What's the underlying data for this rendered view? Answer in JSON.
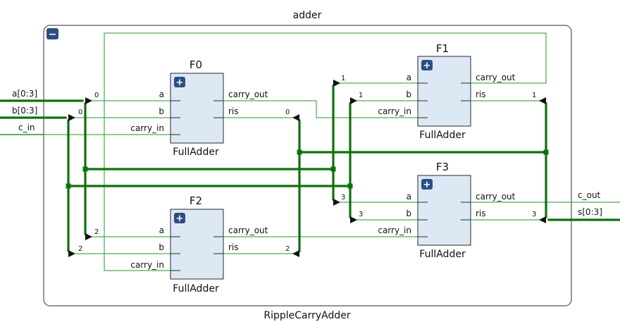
{
  "diagram": {
    "title": "adder",
    "module_name": "RippleCarryAdder",
    "collapse_symbol": "−",
    "expand_symbol": "+",
    "colors": {
      "wire": "#1f9a1f",
      "bus": "#0f700f",
      "block_fill": "#dde8f5",
      "block_stroke": "#2a2a2a",
      "badge": "#2c4f83",
      "frame": "#555555"
    },
    "inputs": [
      {
        "label": "a[0:3]"
      },
      {
        "label": "b[0:3]"
      },
      {
        "label": "c_in"
      }
    ],
    "outputs": [
      {
        "label": "c_out"
      },
      {
        "label": "s[0:3]"
      }
    ],
    "blocks": [
      {
        "name": "F0",
        "type": "FullAdder",
        "in_pins": [
          "a",
          "b",
          "carry_in"
        ],
        "out_pins": [
          "carry_out",
          "ris"
        ]
      },
      {
        "name": "F1",
        "type": "FullAdder",
        "in_pins": [
          "a",
          "b",
          "carry_in"
        ],
        "out_pins": [
          "carry_out",
          "ris"
        ]
      },
      {
        "name": "F2",
        "type": "FullAdder",
        "in_pins": [
          "a",
          "b",
          "carry_in"
        ],
        "out_pins": [
          "carry_out",
          "ris"
        ]
      },
      {
        "name": "F3",
        "type": "FullAdder",
        "in_pins": [
          "a",
          "b",
          "carry_in"
        ],
        "out_pins": [
          "carry_out",
          "ris"
        ]
      }
    ],
    "bit_labels": {
      "a_to_F0": "0",
      "b_to_F0": "0",
      "F0_ris": "0",
      "a_to_F1": "1",
      "b_to_F1": "1",
      "F1_ris": "1",
      "a_to_F2": "2",
      "b_to_F2": "2",
      "F2_ris": "2",
      "a_to_F3": "3",
      "b_to_F3": "3",
      "F3_ris": "3"
    }
  }
}
